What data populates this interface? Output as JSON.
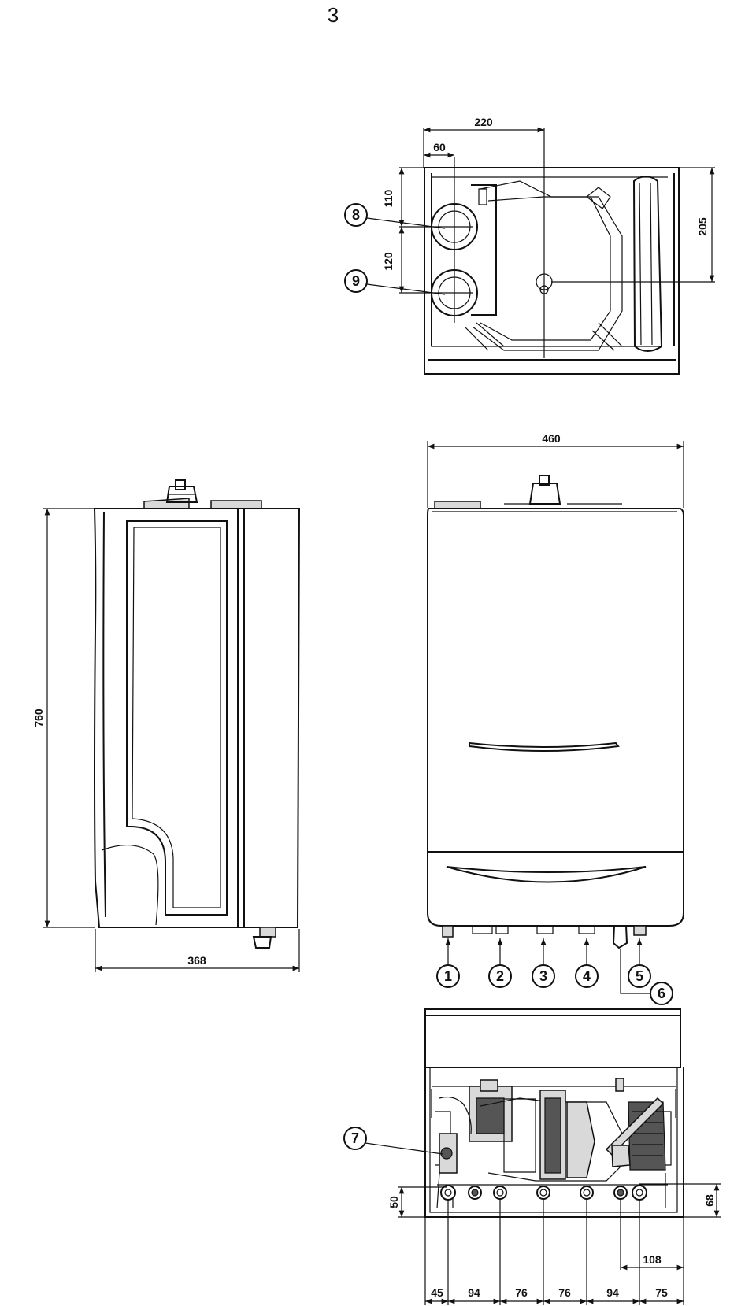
{
  "figure_number": "3",
  "top_view": {
    "dims": {
      "width_to_flue": "220",
      "offset_60": "60",
      "depth_110": "110",
      "depth_120": "120",
      "depth_205": "205"
    },
    "callouts": [
      "8",
      "9"
    ]
  },
  "side_view": {
    "dims": {
      "height": "760",
      "depth": "368"
    }
  },
  "front_view": {
    "dims": {
      "width": "460"
    },
    "callouts": [
      "1",
      "2",
      "3",
      "4",
      "5",
      "6"
    ]
  },
  "bottom_view": {
    "dims": {
      "d50": "50",
      "d68": "68",
      "d108": "108",
      "spacings": [
        "45",
        "94",
        "76",
        "76",
        "94",
        "75"
      ]
    },
    "callouts": [
      "7"
    ]
  }
}
